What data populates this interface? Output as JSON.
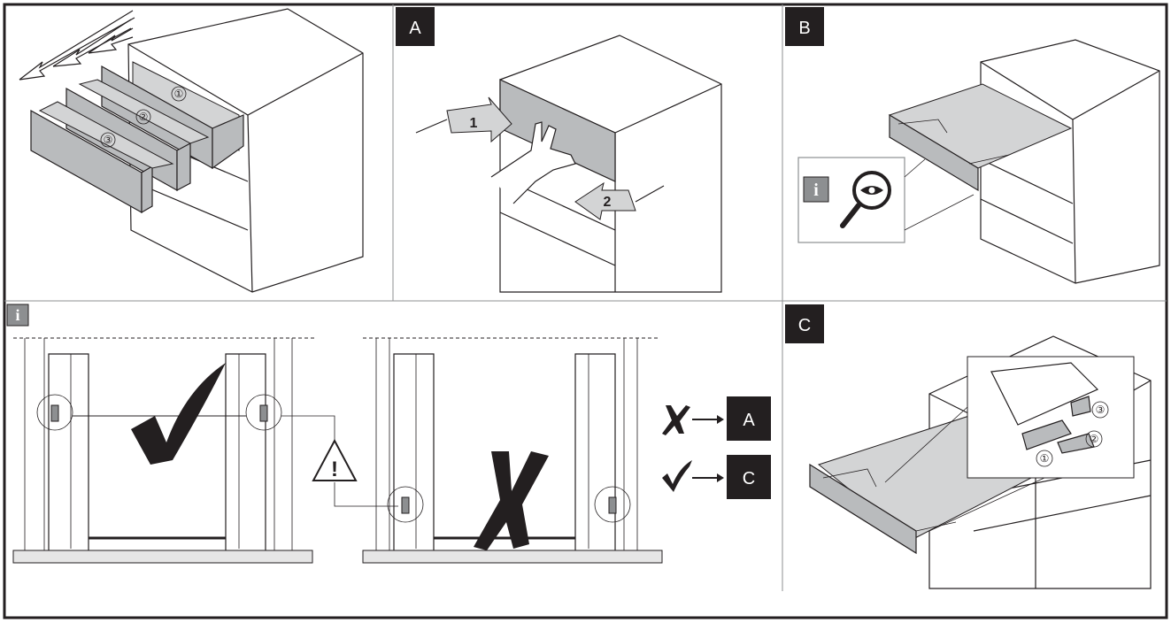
{
  "panels": {
    "panel_1": {
      "steps": [
        "①",
        "②",
        "③"
      ]
    },
    "panel_a": {
      "label": "A",
      "arrows": [
        "1",
        "2"
      ]
    },
    "panel_b": {
      "label": "B",
      "info": "i"
    },
    "panel_i": {
      "info": "i",
      "outcomes": [
        {
          "label": "A"
        },
        {
          "label": "C"
        }
      ],
      "warning_icon": "warning-triangle-icon"
    },
    "panel_c": {
      "label": "C",
      "steps": [
        "①",
        "②",
        "③"
      ]
    }
  },
  "colors": {
    "frame": "#231f20",
    "drawer_front": "#b9bbbd",
    "info_box": "#8d8f91"
  }
}
